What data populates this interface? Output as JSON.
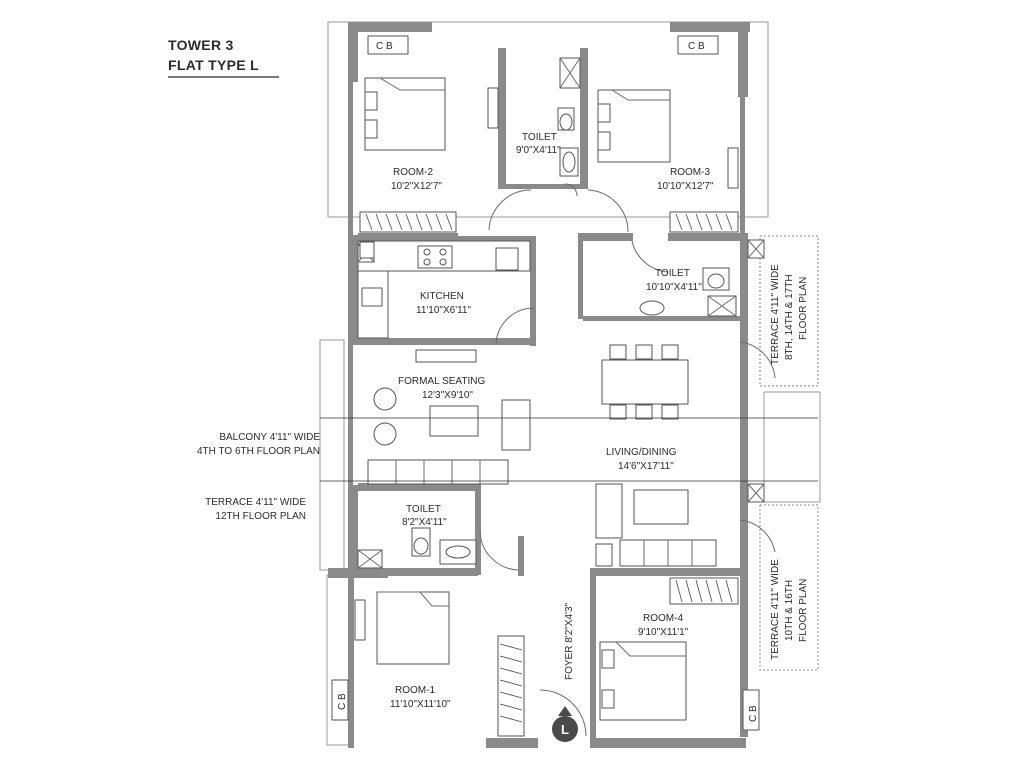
{
  "header": {
    "line1": "TOWER 3",
    "line2": "FLAT TYPE L"
  },
  "rooms": {
    "room2": {
      "name": "ROOM-2",
      "size": "10'2\"X12'7\""
    },
    "toilet_top": {
      "name": "TOILET",
      "size": "9'0\"X4'11\""
    },
    "room3": {
      "name": "ROOM-3",
      "size": "10'10\"X12'7\""
    },
    "kitchen": {
      "name": "KITCHEN",
      "size": "11'10\"X6'11\""
    },
    "toilet_right": {
      "name": "TOILET",
      "size": "10'10\"X4'11\""
    },
    "formal": {
      "name": "FORMAL SEATING",
      "size": "12'3\"X9'10\""
    },
    "living": {
      "name": "LIVING/DINING",
      "size": "14'6\"X17'11\""
    },
    "toilet_left": {
      "name": "TOILET",
      "size": "8'2\"X4'11\""
    },
    "room4": {
      "name": "ROOM-4",
      "size": "9'10\"X11'1\""
    },
    "room1": {
      "name": "ROOM-1",
      "size": "11'10\"X11'10\""
    },
    "foyer": {
      "label": "FOYER 8'2\"X4'3\""
    }
  },
  "annotations": {
    "balcony_line1": "BALCONY 4'11\" WIDE",
    "balcony_line2": "4TH TO 6TH FLOOR PLAN",
    "terrace12_line1": "TERRACE 4'11\" WIDE",
    "terrace12_line2": "12TH FLOOR PLAN",
    "terrace_upper_line1": "TERRACE 4'11\" WIDE",
    "terrace_upper_line2": "8TH, 14TH & 17TH",
    "terrace_upper_line3": "FLOOR PLAN",
    "terrace_lower_line1": "TERRACE 4'11\" WIDE",
    "terrace_lower_line2": "10TH & 16TH",
    "terrace_lower_line3": "FLOOR PLAN"
  },
  "fixtures": {
    "cb_top_left": "C B",
    "cb_top_right": "C B",
    "cb_bottom_left": "C B",
    "cb_bottom_right": "C B"
  },
  "entrance_marker": "L"
}
